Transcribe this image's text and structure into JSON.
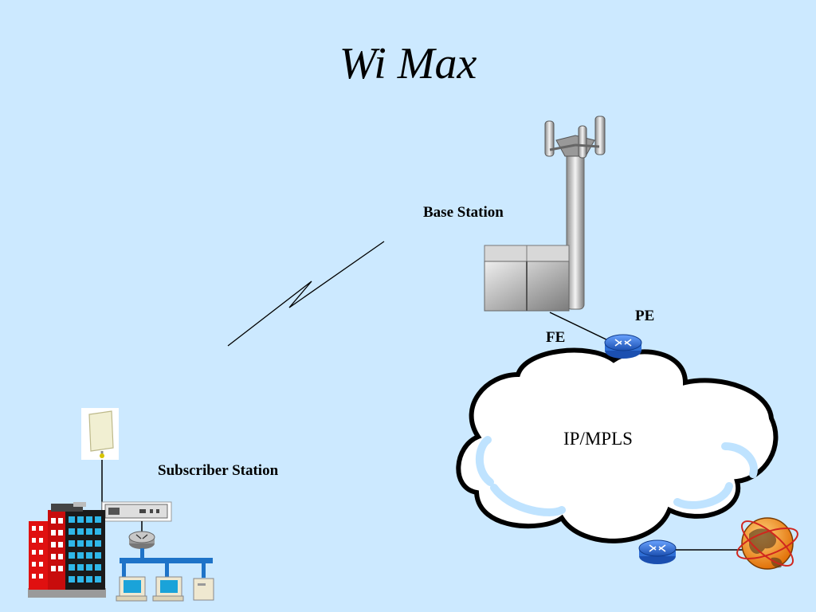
{
  "slide": {
    "title": "Wi Max",
    "labels": {
      "base_station": "Base Station",
      "pe": "PE",
      "fe": "FE",
      "cloud": "IP/MPLS",
      "subscriber_station": "Subscriber Station"
    },
    "colors": {
      "background": "#cce9ff",
      "router": "#2f6fd6",
      "building": "#e01010",
      "lan": "#1e73c8",
      "globe": "#f08a1a"
    },
    "icons": [
      "cell-tower-icon",
      "base-station-cabinet-icon",
      "router-icon",
      "cloud-icon",
      "globe-icon",
      "antenna-panel-icon",
      "modem-icon",
      "building-icon",
      "computer-icon",
      "lightning-link-icon"
    ]
  }
}
